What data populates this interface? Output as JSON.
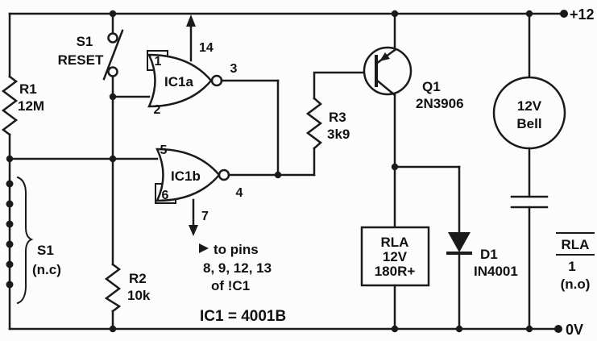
{
  "power": {
    "top_rail": "+12",
    "bottom_rail": "0V"
  },
  "reset_switch": {
    "ref": "S1",
    "label": "RESET"
  },
  "r1": {
    "ref": "R1",
    "value": "12M"
  },
  "r2": {
    "ref": "R2",
    "value": "10k"
  },
  "r3": {
    "ref": "R3",
    "value": "3k9"
  },
  "nc_switch": {
    "ref": "S1",
    "label": "(n.c)"
  },
  "ic1a": {
    "name": "IC1a",
    "pin1": "1",
    "pin2": "2",
    "pin3": "3",
    "pin14": "14"
  },
  "ic1b": {
    "name": "IC1b",
    "pin4": "4",
    "pin5": "5",
    "pin6": "6",
    "pin7": "7"
  },
  "notes": {
    "to_pins": "to pins",
    "pin_list": "8, 9, 12, 13",
    "of_ic": "of !C1",
    "ic_type": "IC1 = 4001B"
  },
  "q1": {
    "ref": "Q1",
    "part": "2N3906"
  },
  "relay_coil": {
    "name": "RLA",
    "voltage": "12V",
    "resistance": "180R+"
  },
  "d1": {
    "ref": "D1",
    "part": "IN4001"
  },
  "bell": {
    "voltage": "12V",
    "name": "Bell"
  },
  "relay_contact": {
    "name": "RLA",
    "contact": "1",
    "type": "(n.o)"
  }
}
